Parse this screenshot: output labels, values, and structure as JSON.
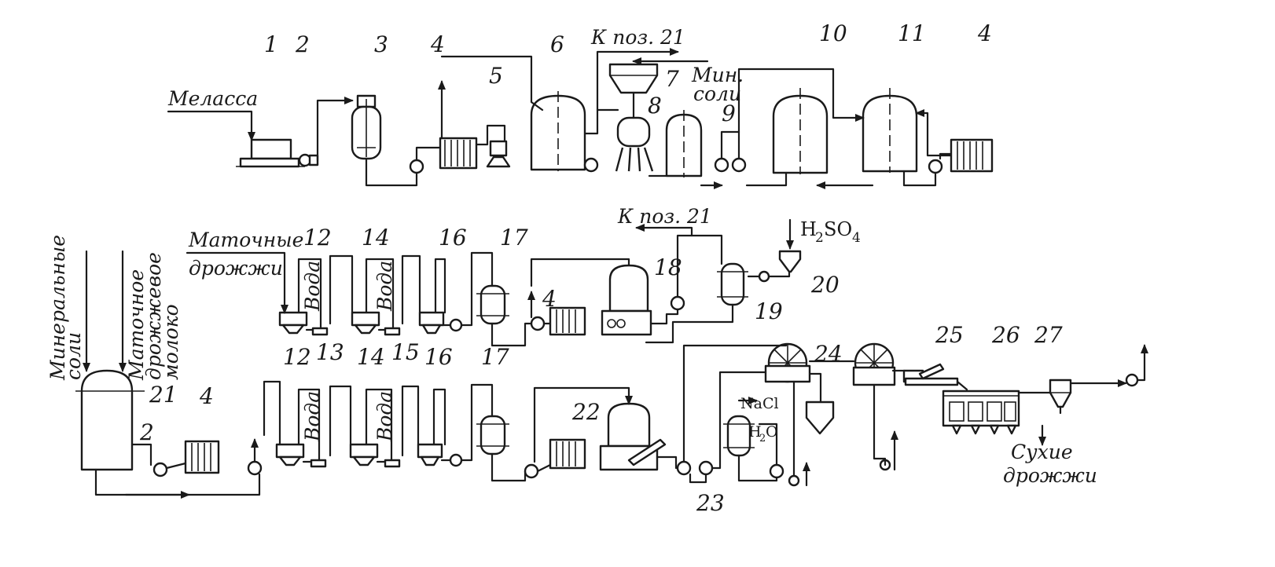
{
  "diagram": {
    "numbers": {
      "n1": "1",
      "n2": "2",
      "n3": "3",
      "n4": "4",
      "n5": "5",
      "n6": "6",
      "n7": "7",
      "n8": "8",
      "n9": "9",
      "n10": "10",
      "n11": "11",
      "n12": "12",
      "n13": "13",
      "n14": "14",
      "n15": "15",
      "n16": "16",
      "n17": "17",
      "n18": "18",
      "n19": "19",
      "n20": "20",
      "n21": "21",
      "n22": "22",
      "n23": "23",
      "n24": "24",
      "n25": "25",
      "n26": "26",
      "n27": "27"
    },
    "labels": {
      "melassa": "Меласса",
      "k_poz_21": "К поз. 21",
      "min": "Мин.",
      "soli": "соли",
      "matochnye": "Маточные",
      "drozhzhi": "дрожжи",
      "voda": "Вода",
      "h2so4_h": "H",
      "h2so4_2": "2",
      "h2so4_so": "SO",
      "h2so4_4": "4",
      "mineralnye": "Минеральные",
      "soli_v": "соли",
      "matochnoe": "Маточное",
      "drozhzhevoe": "дрожжевое",
      "moloko": "молоко",
      "nacl": "NaCl",
      "h2o_h": "H",
      "h2o_2": "2",
      "h2o_o": "O",
      "sukhie": "Сухие",
      "drozhzhi_dry": "дрожжи"
    }
  }
}
